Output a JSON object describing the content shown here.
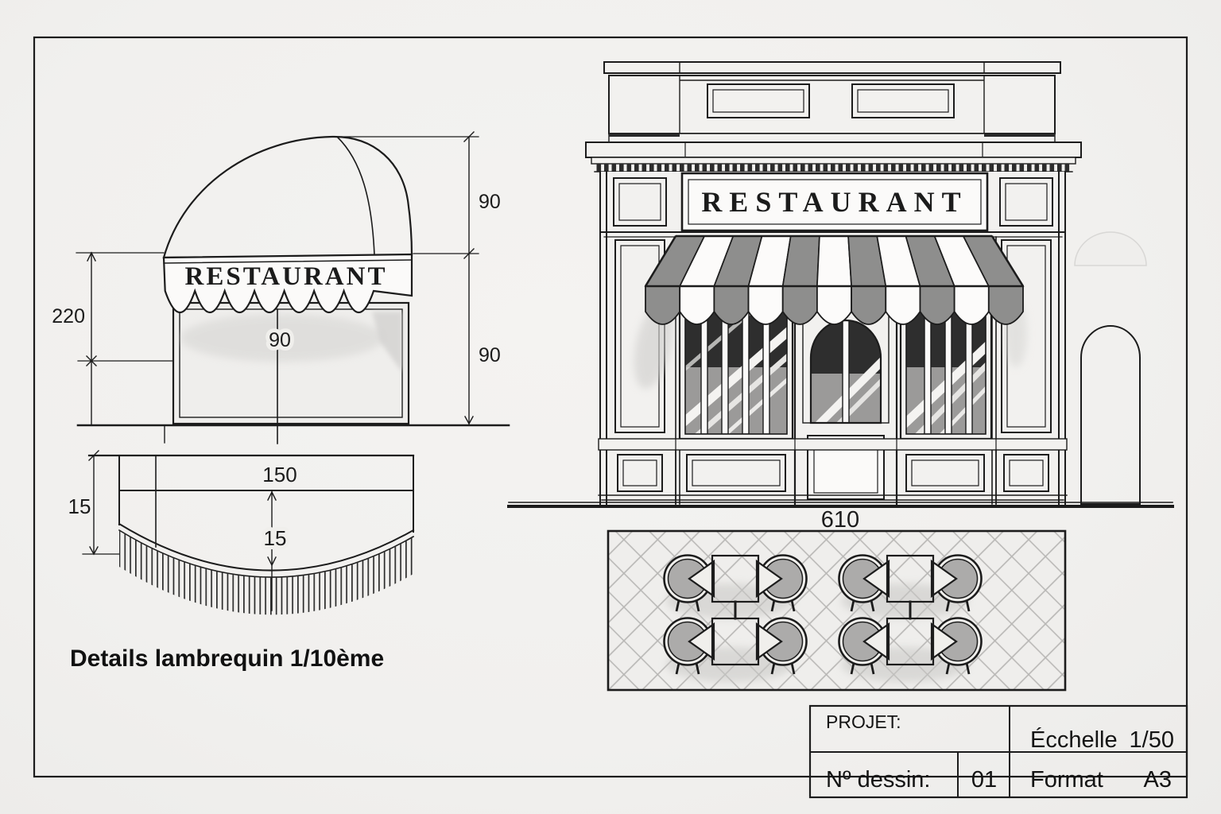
{
  "drawing": {
    "awning_detail": {
      "sign_text": "RESTAURANT",
      "dims": {
        "height_total": "220",
        "width_center": "90",
        "rise_top": "90",
        "drop_bottom": "90"
      }
    },
    "lambrequin_detail": {
      "dims": {
        "width": "150",
        "height_left": "15",
        "sag_center": "15"
      },
      "caption": "Details lambrequin 1/10ème"
    },
    "elevation": {
      "sign_text": "RESTAURANT",
      "dims": {
        "width": "610"
      }
    },
    "title_block": {
      "project_label": "PROJET:",
      "scale_label": "Écchelle",
      "scale_value": "1/50",
      "drawing_number_label": "Nº dessin:",
      "drawing_number_value": "01",
      "format_label": "Format",
      "format_value": "A3"
    },
    "colors": {
      "paper": "#f2f1ef",
      "ink": "#1c1c1c",
      "awning_dark_stripe": "#8e8e8d",
      "awning_light_stripe": "#fcfbfa"
    }
  }
}
